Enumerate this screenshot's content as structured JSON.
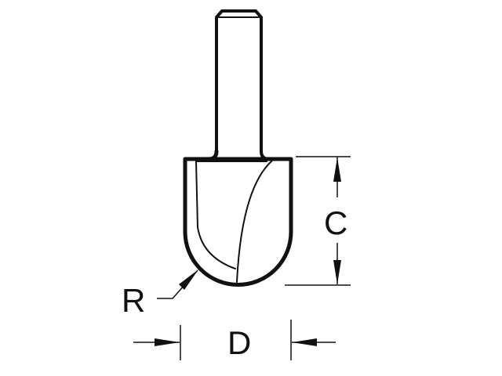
{
  "diagram": {
    "labels": {
      "C": "C",
      "R": "R",
      "D": "D"
    },
    "line_color": "#111111",
    "background": "#ffffff"
  }
}
